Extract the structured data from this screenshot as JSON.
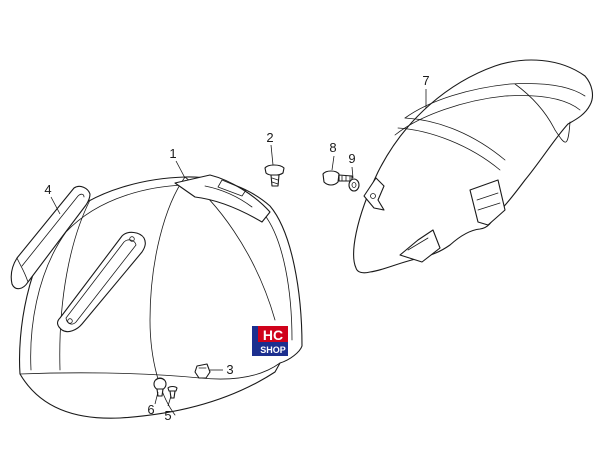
{
  "callouts": [
    {
      "id": "1",
      "text": "1"
    },
    {
      "id": "2",
      "text": "2"
    },
    {
      "id": "3",
      "text": "3"
    },
    {
      "id": "4",
      "text": "4"
    },
    {
      "id": "5",
      "text": "5"
    },
    {
      "id": "6",
      "text": "6"
    },
    {
      "id": "7",
      "text": "7"
    },
    {
      "id": "8",
      "text": "8"
    },
    {
      "id": "9",
      "text": "9"
    }
  ],
  "watermark": {
    "line1": "HC",
    "line2": "SHOP",
    "colors": {
      "red": "#d0021b",
      "blue": "#1c2f8f"
    }
  },
  "colors": {
    "line": "#1a1a1a",
    "background": "#ffffff"
  }
}
